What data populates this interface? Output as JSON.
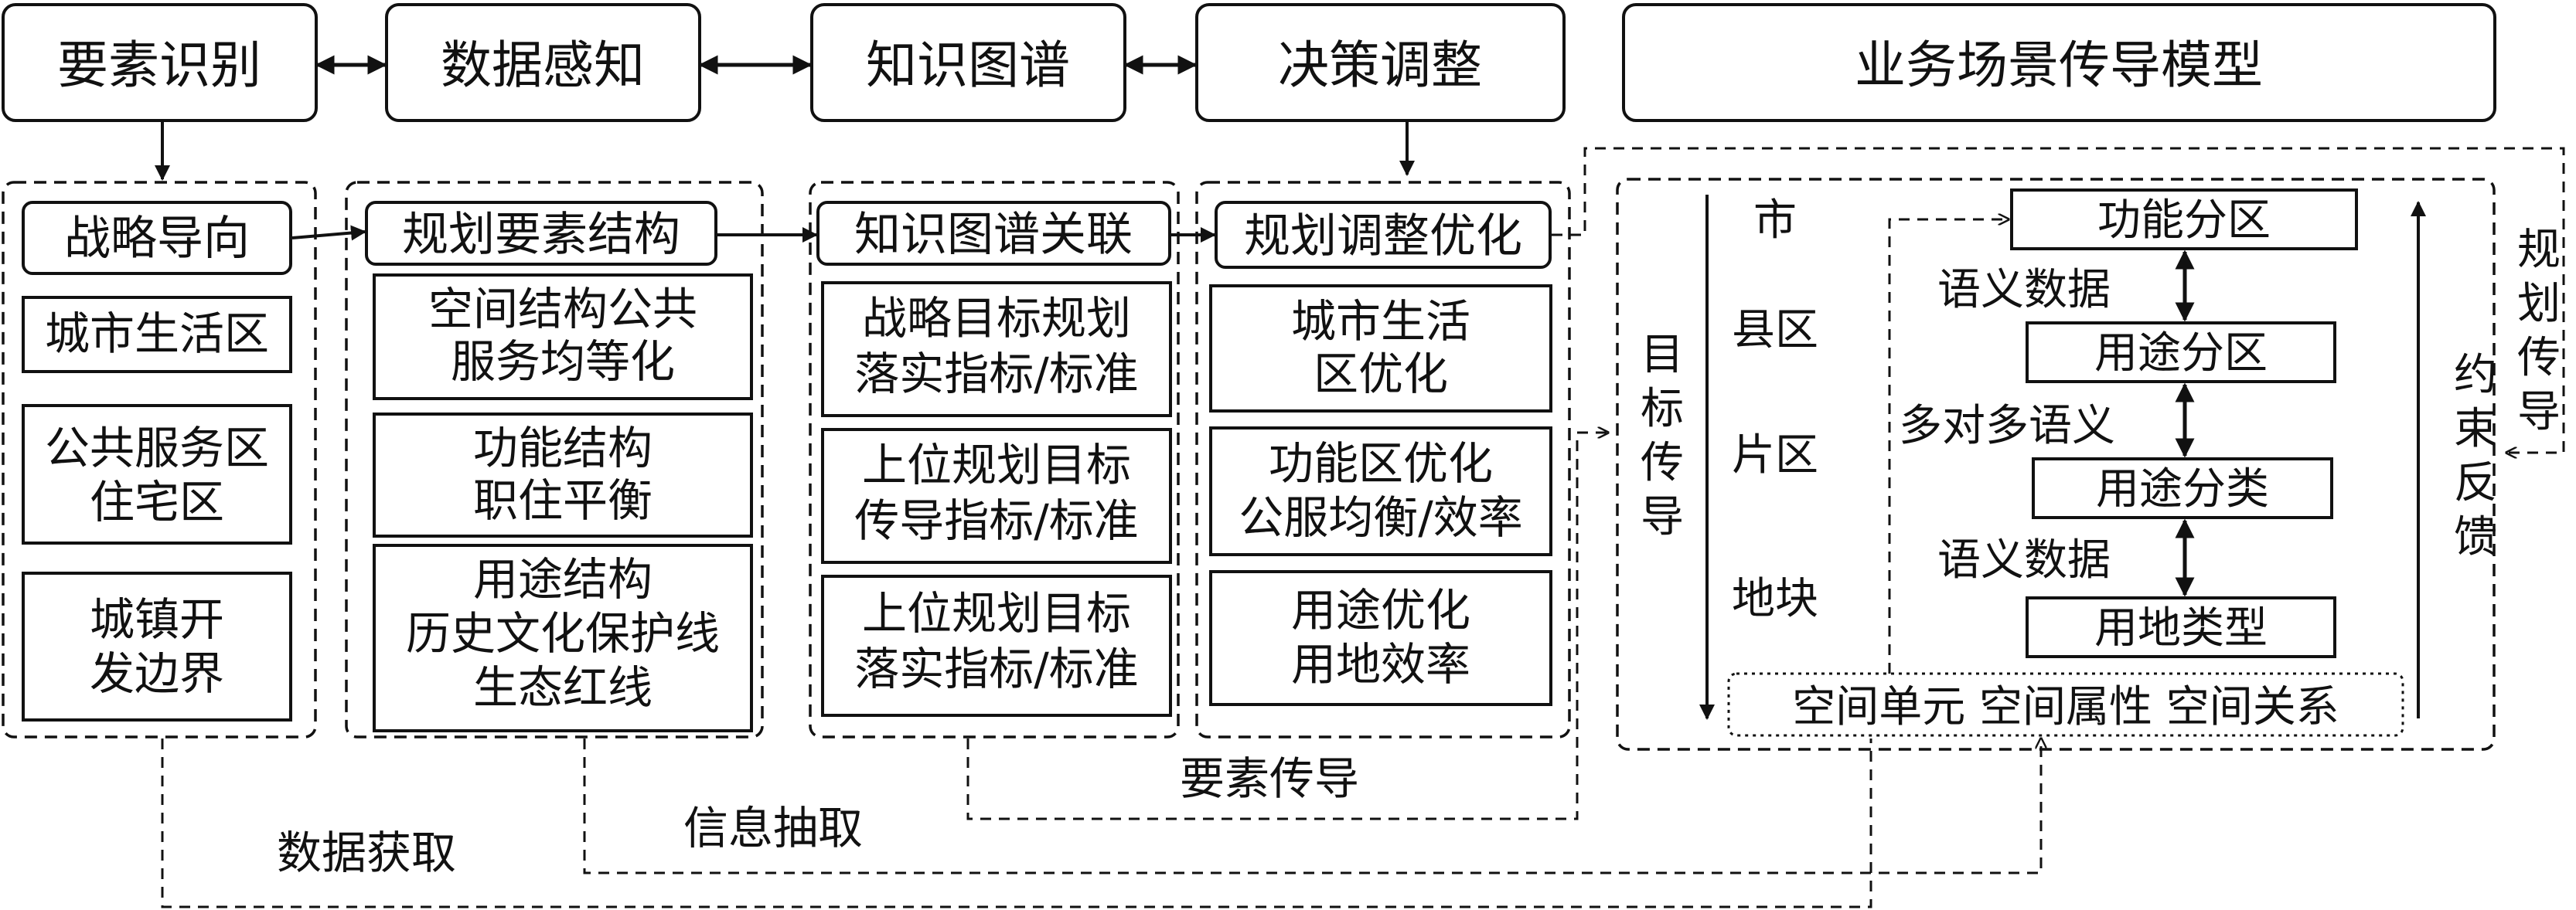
{
  "stages": [
    "要素识别",
    "数据感知",
    "知识图谱",
    "决策调整"
  ],
  "model_title": "业务场景传导模型",
  "col1": {
    "header": "战略导向",
    "items": [
      [
        "城市生活区"
      ],
      [
        "公共服务区",
        "住宅区"
      ],
      [
        "城镇开",
        "发边界"
      ]
    ]
  },
  "col2": {
    "header": "规划要素结构",
    "items": [
      [
        "空间结构公共",
        "服务均等化"
      ],
      [
        "功能结构",
        "职住平衡"
      ],
      [
        "用途结构",
        "历史文化保护线",
        "生态红线"
      ]
    ]
  },
  "col3": {
    "header": "知识图谱关联",
    "items": [
      [
        "战略目标规划",
        "落实指标/标准"
      ],
      [
        "上位规划目标",
        "传导指标/标准"
      ],
      [
        "上位规划目标",
        "落实指标/标准"
      ]
    ]
  },
  "col4": {
    "header": "规划调整优化",
    "items": [
      [
        "城市生活",
        "区优化"
      ],
      [
        "功能区优化",
        "公服均衡/效率"
      ],
      [
        "用途优化",
        "用地效率"
      ]
    ]
  },
  "levels": [
    "市",
    "县区",
    "片区",
    "地块"
  ],
  "target_label": [
    "目",
    "标",
    "传",
    "导"
  ],
  "constraint_label": [
    "约",
    "束",
    "反",
    "馈"
  ],
  "plan_label": [
    "规",
    "划",
    "传",
    "导"
  ],
  "zones": [
    "功能分区",
    "用途分区",
    "用途分类",
    "用地类型"
  ],
  "zone_links": [
    "语义数据",
    "多对多语义",
    "语义数据"
  ],
  "spatial_row": "空间单元 空间属性 空间关系",
  "flows": {
    "element": "要素传导",
    "info": "信息抽取",
    "data": "数据获取"
  }
}
